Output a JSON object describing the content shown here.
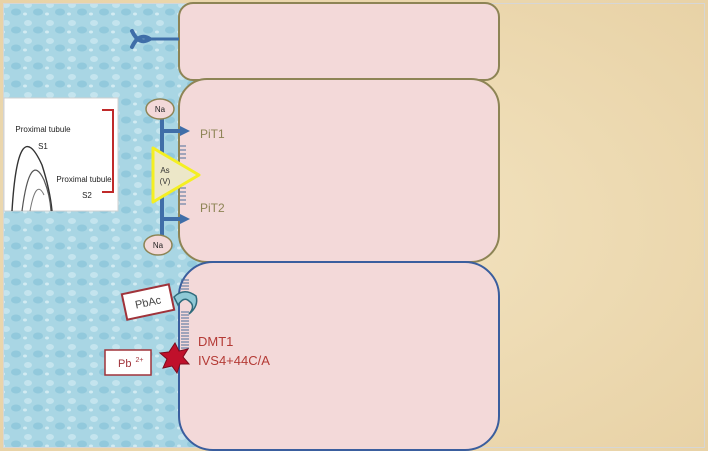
{
  "colors": {
    "water": "#a9d6e4",
    "water_dark": "#7fc0d6",
    "sand": "#efdcb6",
    "cell_fill": "#f3d9d9",
    "cell_border_top": "#8d8455",
    "cell_border_bottom": "#3a5e9e",
    "transporter": "#3f6ea8",
    "arsenate_fill": "#ece7c8",
    "arsenate_border": "#f4ef22",
    "label_olive": "#8d8455",
    "label_red": "#b43a35",
    "lead_star": "#c0102b",
    "box_border": "#a0333a",
    "inset_bracket": "#c02a2a"
  },
  "inset": {
    "label_s1_line1": "Proximal tubule",
    "label_s1_line2": "S1",
    "label_s2_line1": "Proximal tubule",
    "label_s2_line2": "S2"
  },
  "transporters": {
    "na_top": "Na",
    "na_bottom": "Na",
    "pit1": "PiT1",
    "pit2": "PiT2",
    "arsenate_line1": "As",
    "arsenate_line2": "(V)",
    "dmt1": "DMT1",
    "dmt1_variant": "IVS4+44C/A"
  },
  "substrates": {
    "pbac": "PbAc",
    "pb": "Pb",
    "pb_charge": "2+"
  }
}
